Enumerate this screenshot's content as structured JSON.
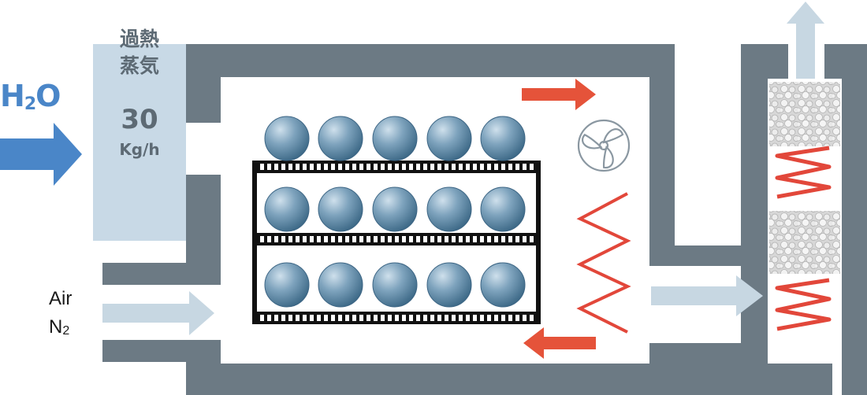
{
  "inlet": {
    "h2o_main": "H",
    "h2o_sub": "2",
    "h2o_end": "O"
  },
  "steam": {
    "title_line1": "過熱",
    "title_line2": "蒸気",
    "value": "30",
    "unit": "Kg/h"
  },
  "gas_inlet": {
    "air": "Air",
    "n2_main": "N",
    "n2_sub": "2"
  },
  "colors": {
    "wall": "#6c7a84",
    "steam_box": "#c8d9e6",
    "blue_arrow": "#4a86c8",
    "light_arrow": "#c7d7e2",
    "red": "#e5533a",
    "heater": "#e2473a",
    "ball": "#4f7b9a"
  },
  "icons": {
    "fan": "fan-icon",
    "heater": "heater-coil-icon",
    "catalyst": "catalyst-bed-icon"
  }
}
